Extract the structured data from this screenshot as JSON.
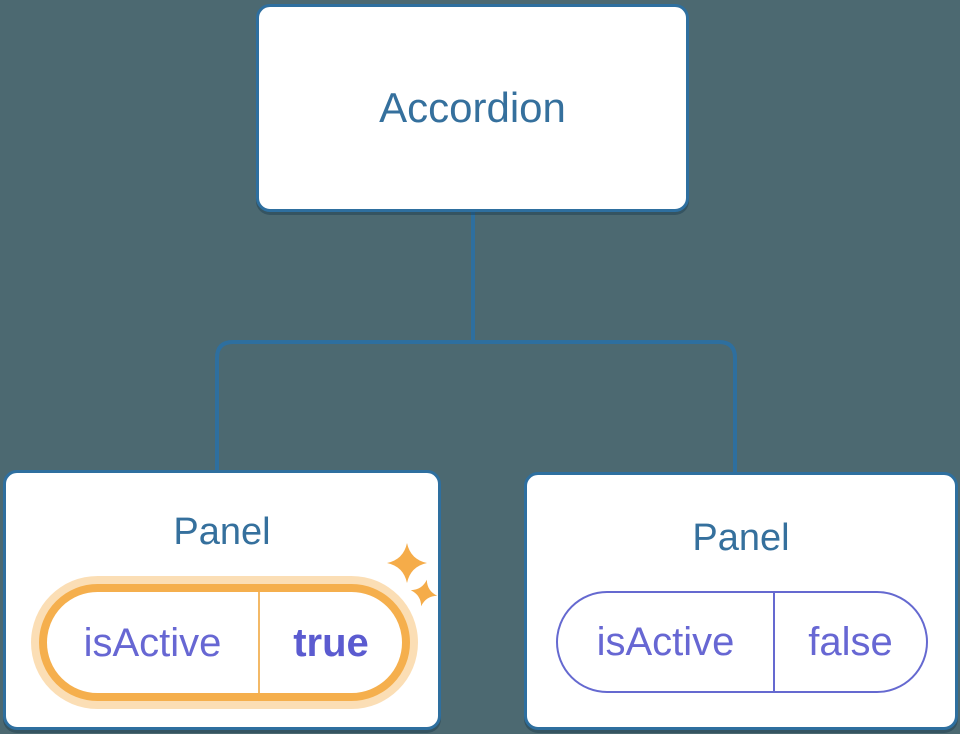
{
  "diagram": {
    "root": {
      "label": "Accordion"
    },
    "panels": [
      {
        "title": "Panel",
        "state_key": "isActive",
        "state_value": "true",
        "highlighted": true
      },
      {
        "title": "Panel",
        "state_key": "isActive",
        "state_value": "false",
        "highlighted": false
      }
    ]
  },
  "icons": {
    "highlight": "sparkles-icon"
  },
  "colors": {
    "background": "#4C6971",
    "node_border_blue": "#2E6F9F",
    "node_text_blue": "#35709D",
    "state_text_purple": "#6767D3",
    "state_value_bold_purple": "#5B5BD0",
    "state_pill_border_purple": "#6569D0",
    "highlight_orange": "#F5AF4D",
    "highlight_halo_orange": "#FBDFB0",
    "highlight_divider_orange": "#F3B967",
    "sparkle_orange": "#F5AC49"
  }
}
